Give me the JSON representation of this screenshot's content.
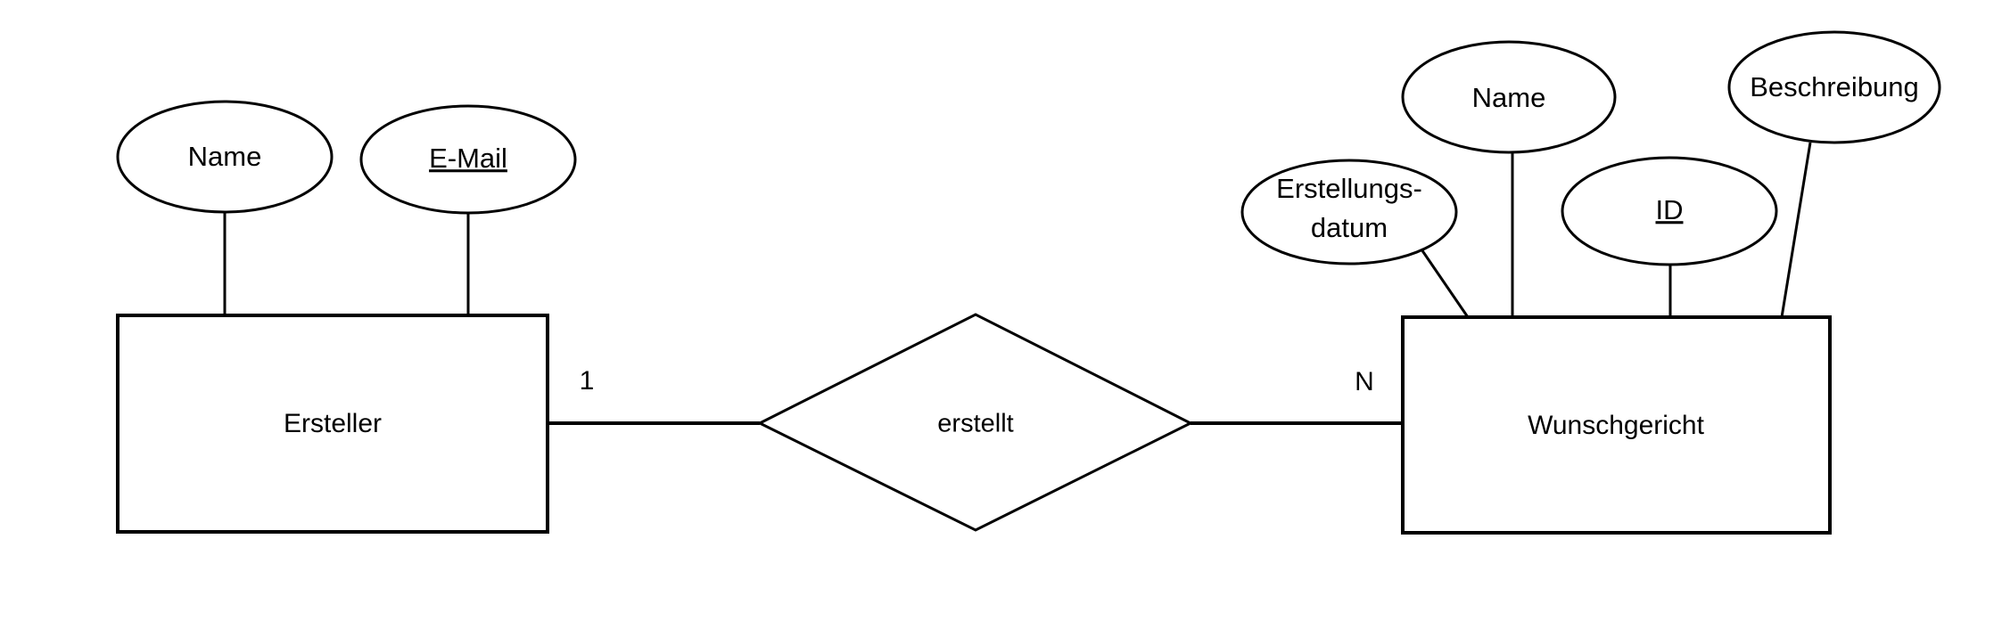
{
  "diagram": {
    "type": "er-diagram",
    "notation": "chen",
    "background_color": "#ffffff",
    "line_color": "#000000",
    "entities": [
      {
        "id": "ersteller",
        "label": "Ersteller",
        "attributes": [
          {
            "id": "ersteller-name",
            "label": "Name",
            "is_key": false
          },
          {
            "id": "ersteller-email",
            "label": "E-Mail",
            "is_key": true
          }
        ]
      },
      {
        "id": "wunschgericht",
        "label": "Wunschgericht",
        "attributes": [
          {
            "id": "wg-erstellungsdatum",
            "label": "Erstellungs-",
            "label_line2": "datum",
            "is_key": false
          },
          {
            "id": "wg-name",
            "label": "Name",
            "is_key": false
          },
          {
            "id": "wg-id",
            "label": "ID",
            "is_key": true
          },
          {
            "id": "wg-beschreibung",
            "label": "Beschreibung",
            "is_key": false
          }
        ]
      }
    ],
    "relationships": [
      {
        "id": "erstellt",
        "label": "erstellt",
        "left_entity": "ersteller",
        "right_entity": "wunschgericht",
        "left_cardinality": "1",
        "right_cardinality": "N"
      }
    ]
  }
}
